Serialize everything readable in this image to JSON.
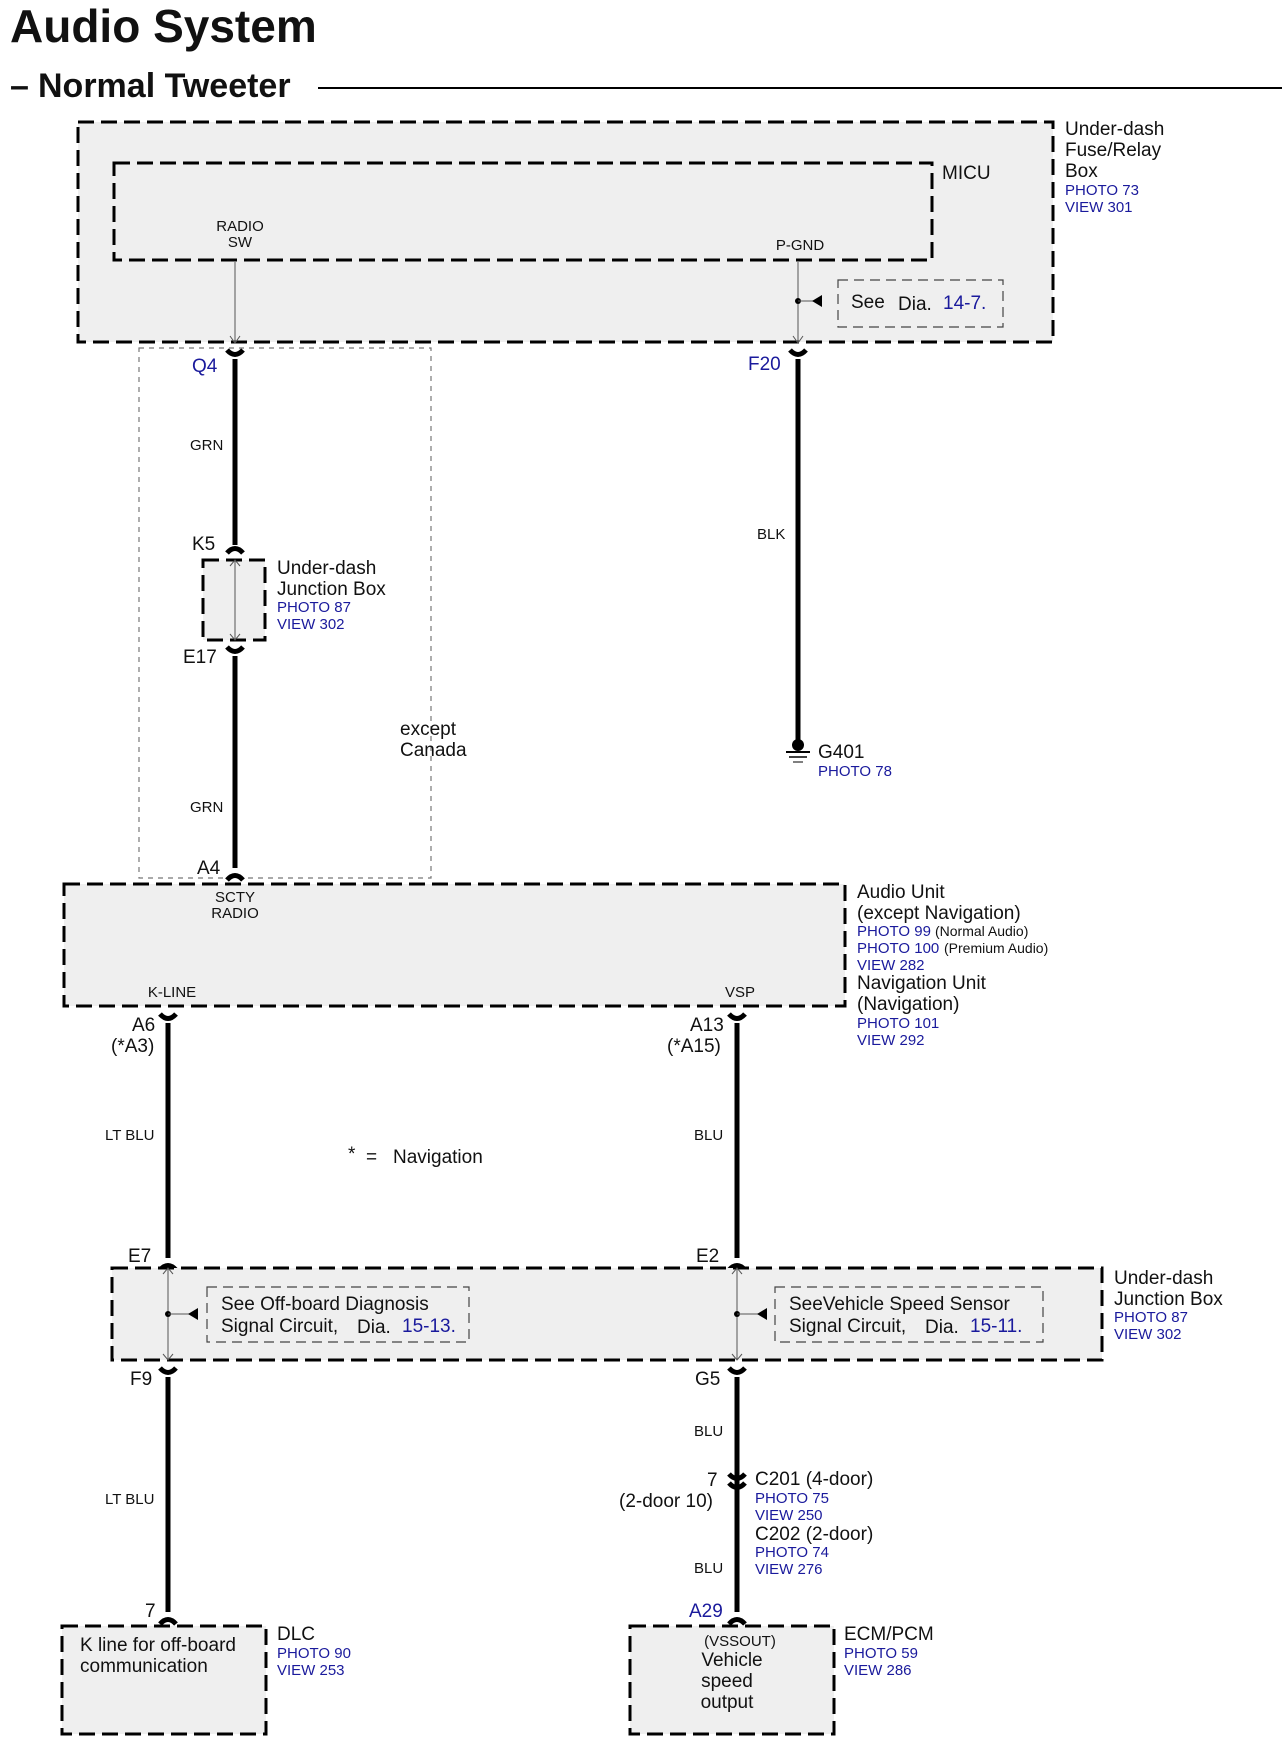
{
  "title": "Audio System",
  "subtitle": "Normal Tweeter",
  "fuse_box": {
    "name_lines": [
      "Under-dash",
      "Fuse/Relay",
      "Box"
    ],
    "photo": "PHOTO 73",
    "view": "VIEW 301",
    "micu": "MICU",
    "radio_sw": [
      "RADIO",
      "SW"
    ],
    "p_gnd": "P-GND",
    "see_text": "See",
    "dia_text": "Dia.",
    "dia_ref": "14-7."
  },
  "wires": {
    "q4": "Q4",
    "f20": "F20",
    "grn": "GRN",
    "blk": "BLK",
    "k5": "K5",
    "e17": "E17",
    "a4": "A4",
    "except_canada": [
      "except",
      "Canada"
    ],
    "g401": "G401",
    "g401_photo": "PHOTO 78"
  },
  "junction_box_top": {
    "name_lines": [
      "Under-dash",
      "Junction Box"
    ],
    "photo": "PHOTO 87",
    "view": "VIEW 302"
  },
  "audio_unit": {
    "scty_radio": [
      "SCTY",
      "RADIO"
    ],
    "k_line": "K-LINE",
    "vsp": "VSP",
    "name_lines": [
      "Audio Unit",
      "(except Navigation)"
    ],
    "photo99": "PHOTO 99",
    "photo99_note": "(Normal Audio)",
    "photo100": "PHOTO 100",
    "photo100_note": "(Premium Audio)",
    "view282": "VIEW 282",
    "nav_lines": [
      "Navigation Unit",
      "(Navigation)"
    ],
    "photo101": "PHOTO 101",
    "view292": "VIEW 292"
  },
  "mid": {
    "a6": "A6",
    "a6_alt": "(*A3)",
    "a13": "A13",
    "a13_alt": "(*A15)",
    "lt_blu": "LT BLU",
    "blu": "BLU",
    "nav_note_star": "*",
    "nav_note_eq": "=",
    "nav_note_text": "Navigation",
    "e7": "E7",
    "e2": "E2"
  },
  "junction_box_bottom": {
    "name_lines": [
      "Under-dash",
      "Junction Box"
    ],
    "photo": "PHOTO 87",
    "view": "VIEW 302",
    "left_note": [
      "See Off-board Diagnosis",
      "Signal Circuit,"
    ],
    "left_dia": "Dia.",
    "left_ref": "15-13.",
    "right_note": [
      "SeeVehicle Speed Sensor",
      "Signal Circuit,"
    ],
    "right_dia": "Dia.",
    "right_ref": "15-11."
  },
  "lower": {
    "f9": "F9",
    "g5": "G5",
    "pin7_left": "7",
    "pin7_right": "7",
    "door_alt": "(2-door 10)",
    "c201": "C201 (4-door)",
    "c201_photo": "PHOTO 75",
    "c201_view": "VIEW 250",
    "c202": "C202 (2-door)",
    "c202_photo": "PHOTO 74",
    "c202_view": "VIEW 276",
    "a29": "A29"
  },
  "dlc": {
    "text": [
      "K line for off-board",
      "communication"
    ],
    "name": "DLC",
    "photo": "PHOTO 90",
    "view": "VIEW 253"
  },
  "ecm": {
    "text": [
      "(VSSOUT)",
      "Vehicle",
      "speed",
      "output"
    ],
    "name": "ECM/PCM",
    "photo": "PHOTO 59",
    "view": "VIEW 286"
  }
}
